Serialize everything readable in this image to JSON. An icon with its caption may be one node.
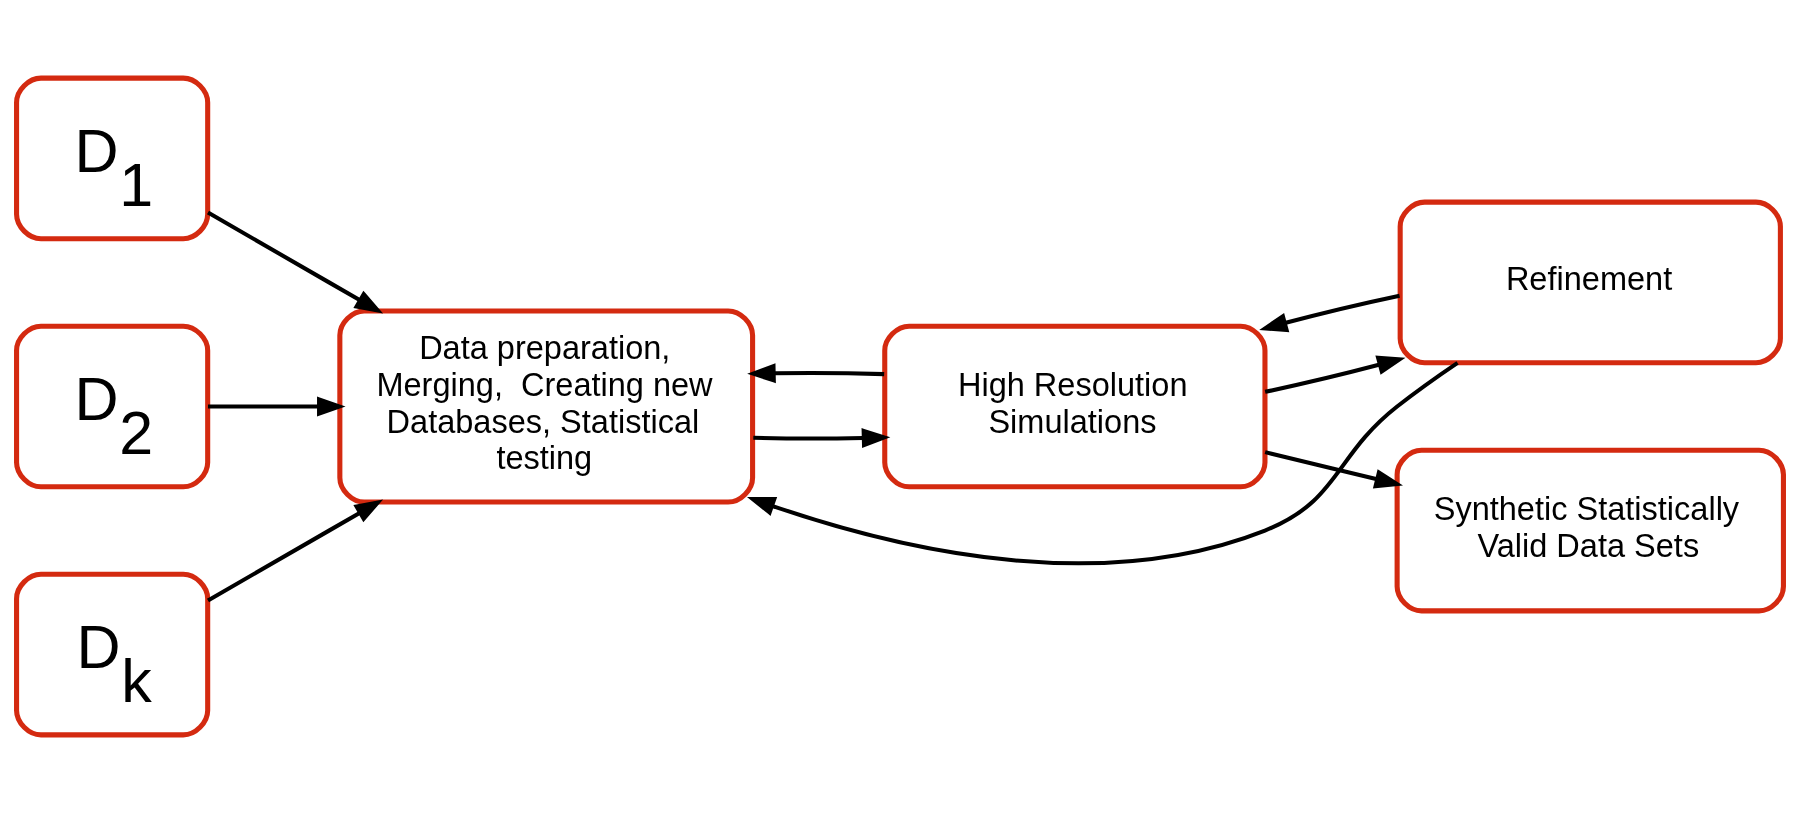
{
  "diagram": {
    "nodes": [
      {
        "text": [
          "D$_{1}$"
        ]
      },
      {
        "text": [
          "D$_{2}$"
        ]
      },
      {
        "text": [
          "D$_{k}$"
        ]
      },
      {
        "text": [
          "Data preparation, Merging,  Creating new Databases, Statistical testing"
        ]
      },
      {
        "text": [
          "High Resolution Simulations"
        ]
      },
      {
        "text": [
          "Refinement"
        ]
      },
      {
        "text": [
          "Synthetic Statistically Valid Data Sets"
        ]
      }
    ],
    "edges": [
      {
        "from": 0,
        "to": 3,
        "arrow": "to"
      },
      {
        "from": 1,
        "to": 3,
        "arrow": "to"
      },
      {
        "from": 2,
        "to": 3,
        "arrow": "to"
      },
      {
        "from": 3,
        "to": 4,
        "arrow": "to"
      },
      {
        "from": 4,
        "to": 5,
        "arrow": "to"
      },
      {
        "from": 4,
        "to": 3,
        "arrow": "to"
      },
      {
        "from": 5,
        "to": 4,
        "arrow": "to"
      },
      {
        "from": 5,
        "to": 3,
        "arrow": "to"
      },
      {
        "from": 4,
        "to": 6,
        "arrow": "to"
      }
    ]
  }
}
